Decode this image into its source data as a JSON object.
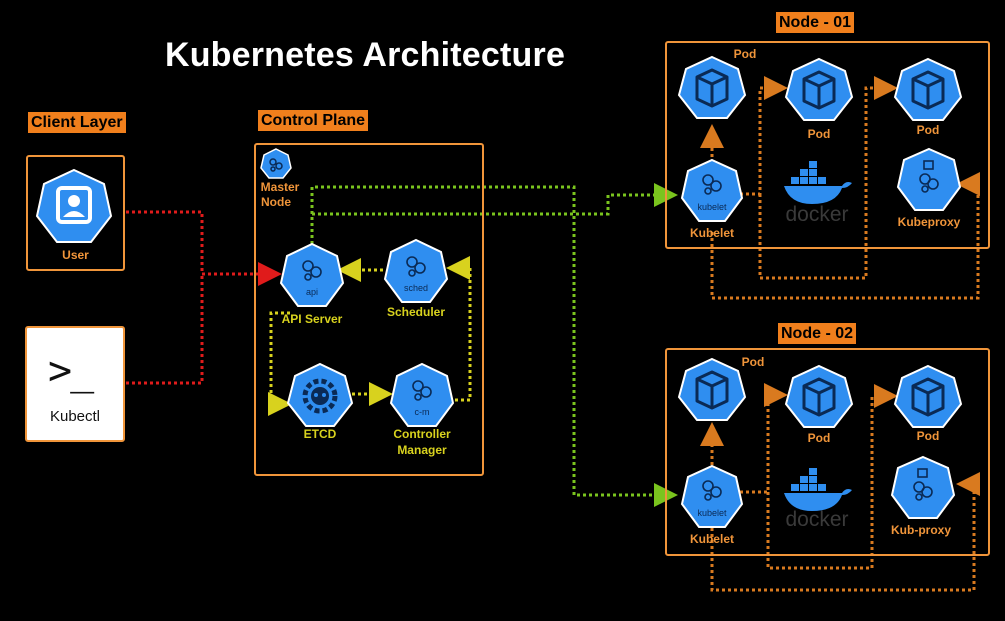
{
  "title": "Kubernetes Architecture",
  "sections": {
    "client_layer": "Client Layer",
    "control_plane": "Control Plane",
    "node1": "Node - 01",
    "node2": "Node - 02"
  },
  "client": {
    "user_label": "User",
    "kubectl_label": "Kubectl",
    "kubectl_prompt": ">_"
  },
  "control_plane": {
    "master_label_1": "Master",
    "master_label_2": "Node",
    "api_server": "API Server",
    "api_tag": "api",
    "scheduler": "Scheduler",
    "sched_tag": "sched",
    "etcd": "ETCD",
    "controller_1": "Controller",
    "controller_2": "Manager",
    "cm_tag": "c-m"
  },
  "node1": {
    "pod_labels": [
      "Pod",
      "Pod",
      "Pod"
    ],
    "kubelet": "Kubelet",
    "kubelet_tag": "kubelet",
    "proxy": "Kubeproxy",
    "docker": "docker"
  },
  "node2": {
    "pod_labels": [
      "Pod",
      "Pod",
      "Pod"
    ],
    "kubelet": "Kubelet",
    "kubelet_tag": "kubelet",
    "proxy": "Kub-proxy",
    "docker": "docker"
  },
  "colors": {
    "accent": "#f07f1c",
    "k8s_blue": "#2f8ef0",
    "client_link": "#e01b1b",
    "plane_link": "#d8d21e",
    "node_link": "#7ac41e",
    "pod_link": "#d97a1f"
  }
}
